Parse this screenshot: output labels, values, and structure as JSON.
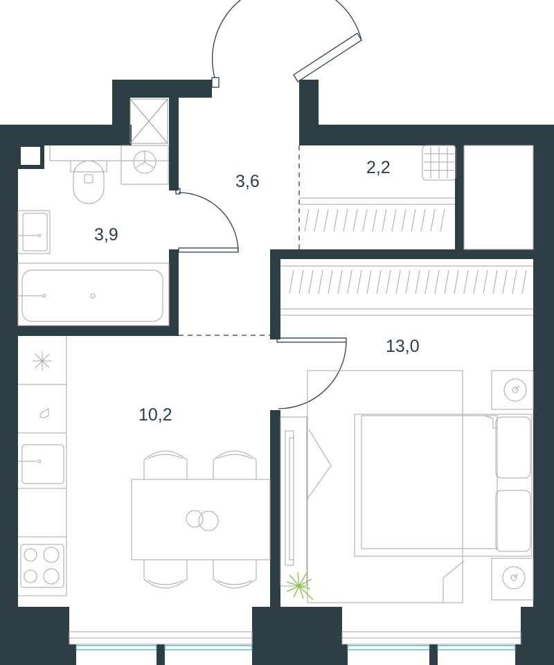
{
  "rooms": [
    {
      "id": "bathroom",
      "area": "3,9"
    },
    {
      "id": "hallway",
      "area": "3,6"
    },
    {
      "id": "storage",
      "area": "2,2"
    },
    {
      "id": "bedroom",
      "area": "13,0"
    },
    {
      "id": "kitchen",
      "area": "10,2"
    }
  ],
  "colors": {
    "wall": "#2d3e45",
    "fixture": "#a6a6a6",
    "window": "#3aa6c9",
    "plant": "#8cc63f"
  }
}
